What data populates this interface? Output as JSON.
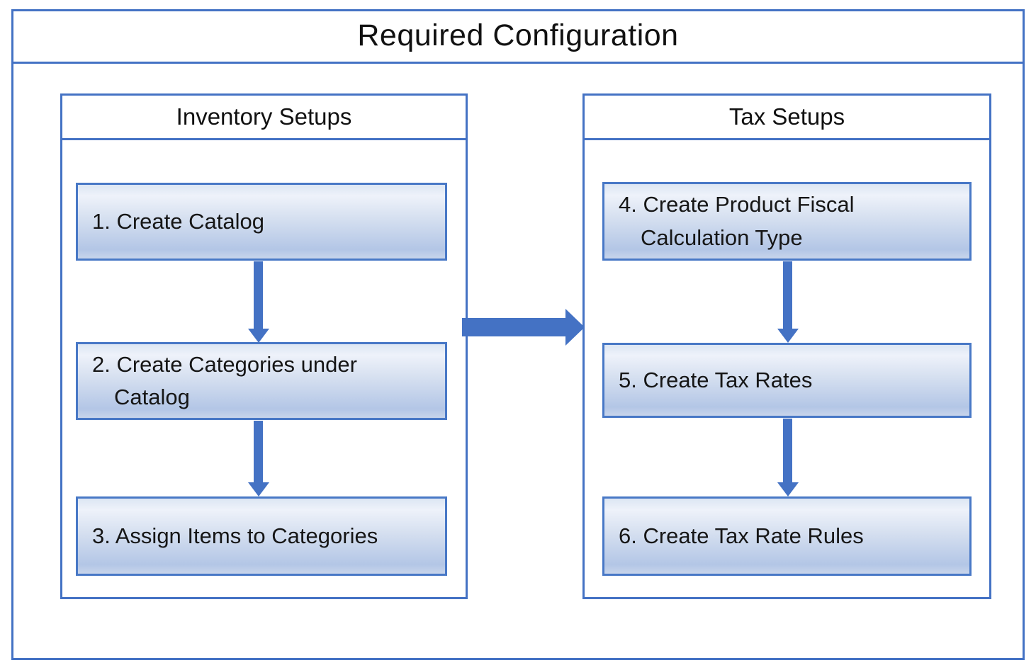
{
  "title": "Required Configuration",
  "groups": [
    {
      "title": "Inventory Setups",
      "steps": [
        {
          "lines": [
            "1. Create Catalog"
          ]
        },
        {
          "lines": [
            "2. Create Categories under",
            "Catalog"
          ]
        },
        {
          "lines": [
            "3. Assign Items to Categories"
          ]
        }
      ]
    },
    {
      "title": "Tax Setups",
      "steps": [
        {
          "lines": [
            "4. Create Product Fiscal",
            "Calculation Type"
          ]
        },
        {
          "lines": [
            "5. Create Tax Rates"
          ]
        },
        {
          "lines": [
            "6. Create Tax Rate Rules"
          ]
        }
      ]
    }
  ],
  "colors": {
    "border_blue": "#4472C4",
    "arrow_blue": "#4472C4",
    "step_box_border": "#4878C6",
    "step_gradient_top": "#dce6f3",
    "step_gradient_highlight": "#eef2fa",
    "step_gradient_bottom": "#b3c6e6",
    "text": "#161616",
    "background": "#ffffff"
  }
}
